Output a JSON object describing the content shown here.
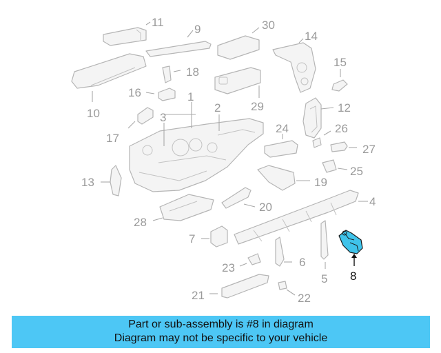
{
  "diagram": {
    "callouts": [
      {
        "label": "1",
        "highlighted": false
      },
      {
        "label": "2",
        "highlighted": false
      },
      {
        "label": "3",
        "highlighted": false
      },
      {
        "label": "4",
        "highlighted": false
      },
      {
        "label": "5",
        "highlighted": false
      },
      {
        "label": "6",
        "highlighted": false
      },
      {
        "label": "7",
        "highlighted": false
      },
      {
        "label": "8",
        "highlighted": true
      },
      {
        "label": "9",
        "highlighted": false
      },
      {
        "label": "10",
        "highlighted": false
      },
      {
        "label": "11",
        "highlighted": false
      },
      {
        "label": "12",
        "highlighted": false
      },
      {
        "label": "13",
        "highlighted": false
      },
      {
        "label": "14",
        "highlighted": false
      },
      {
        "label": "15",
        "highlighted": false
      },
      {
        "label": "16",
        "highlighted": false
      },
      {
        "label": "17",
        "highlighted": false
      },
      {
        "label": "18",
        "highlighted": false
      },
      {
        "label": "19",
        "highlighted": false
      },
      {
        "label": "20",
        "highlighted": false
      },
      {
        "label": "21",
        "highlighted": false
      },
      {
        "label": "22",
        "highlighted": false
      },
      {
        "label": "23",
        "highlighted": false
      },
      {
        "label": "24",
        "highlighted": false
      },
      {
        "label": "25",
        "highlighted": false
      },
      {
        "label": "26",
        "highlighted": false
      },
      {
        "label": "27",
        "highlighted": false
      },
      {
        "label": "28",
        "highlighted": false
      },
      {
        "label": "29",
        "highlighted": false
      },
      {
        "label": "30",
        "highlighted": false
      }
    ],
    "highlight_color": "#3fc3ea",
    "part_color": "#f4f4f4",
    "line_color": "#b5b5b5"
  },
  "banner": {
    "line1": "Part or sub-assembly is #8 in diagram",
    "line2": "Diagram may not be specific to your vehicle",
    "background": "#4dc7f5"
  }
}
